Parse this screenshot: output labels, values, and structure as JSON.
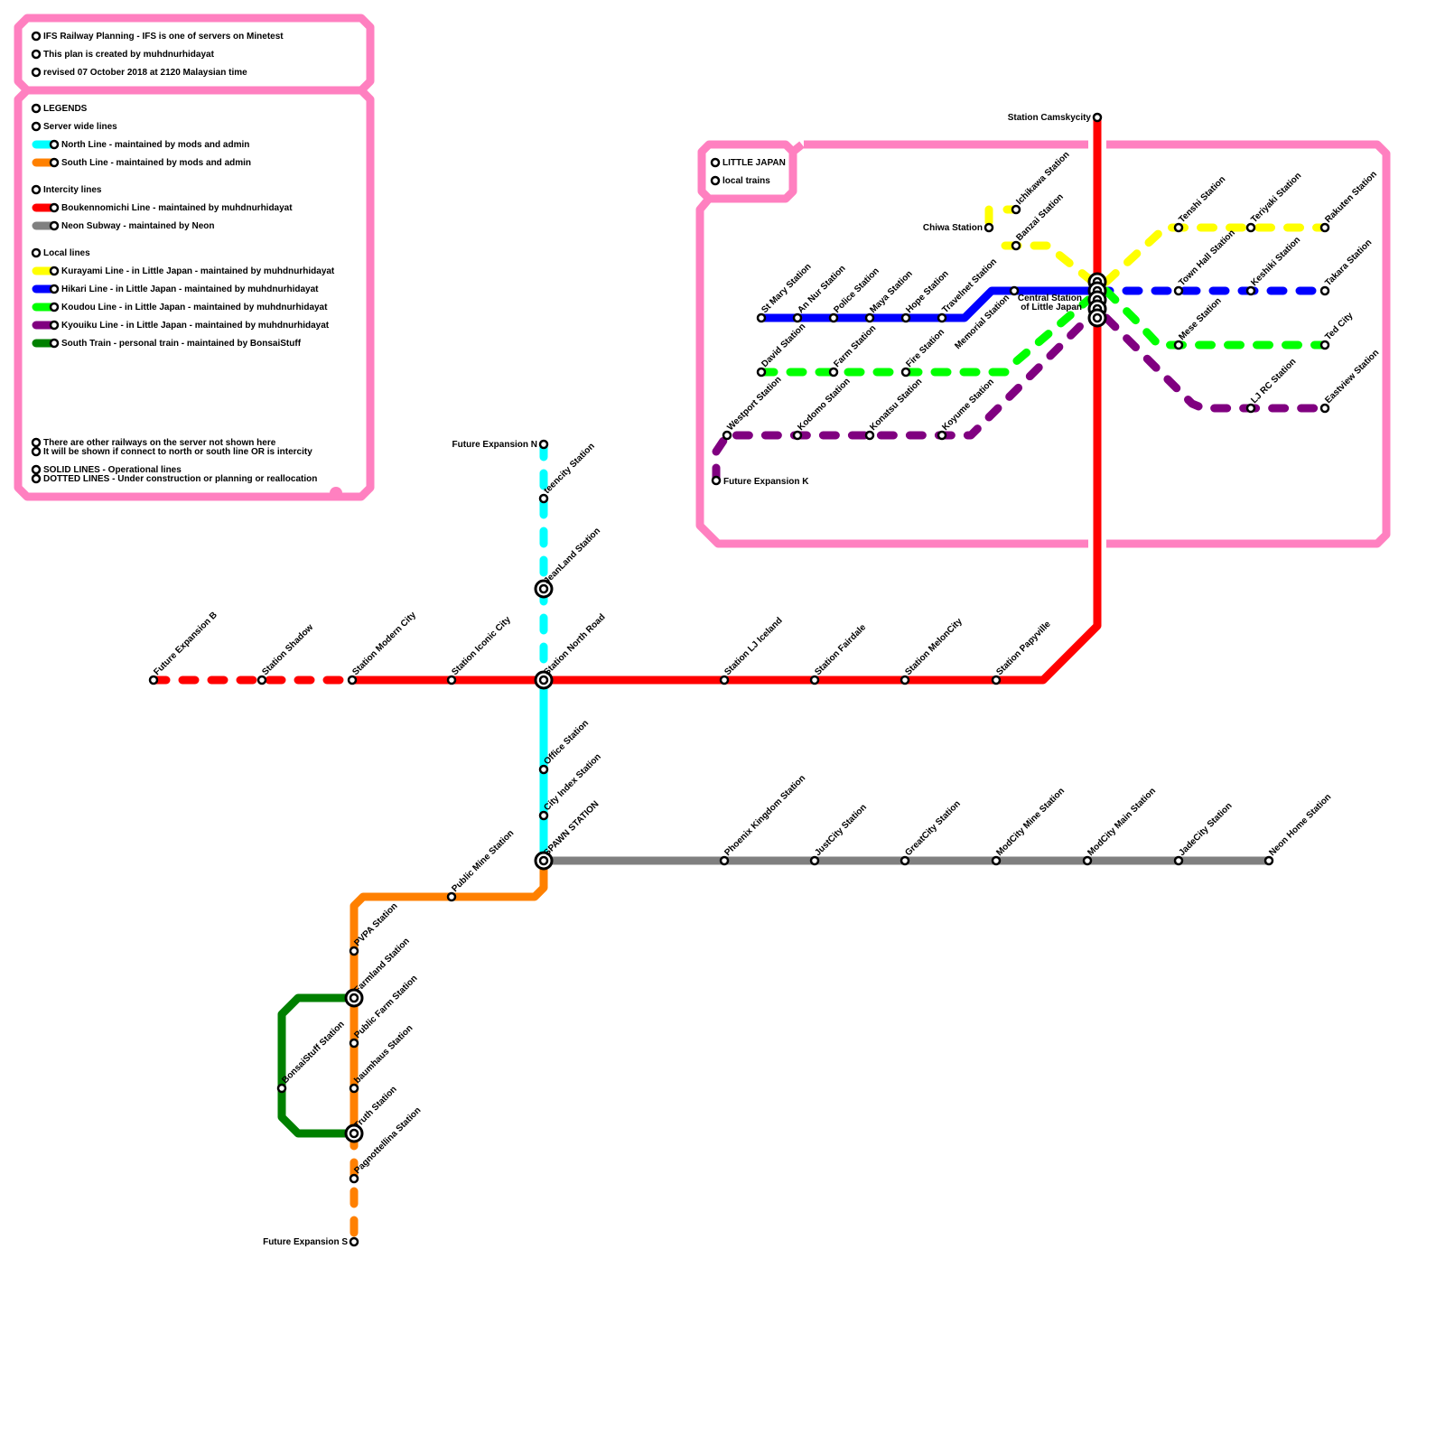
{
  "header": {
    "lines": [
      "IFS Railway Planning - IFS is one of servers on Minetest",
      "This plan is created by muhdnurhidayat",
      "revised 07 October 2018 at 2120 Malaysian time"
    ]
  },
  "legend": {
    "title": "LEGENDS",
    "groups": [
      {
        "heading": "Server wide lines",
        "items": [
          {
            "color": "#00ffff",
            "label": "North Line - maintained by mods and admin"
          },
          {
            "color": "#ff8000",
            "label": "South Line - maintained by mods and admin"
          }
        ]
      },
      {
        "heading": "Intercity lines",
        "items": [
          {
            "color": "#ff0000",
            "label": "Boukennomichi Line - maintained by muhdnurhidayat"
          },
          {
            "color": "#808080",
            "label": "Neon Subway - maintained by Neon"
          }
        ]
      },
      {
        "heading": "Local lines",
        "items": [
          {
            "color": "#ffff00",
            "label": "Kurayami Line - in Little Japan - maintained by muhdnurhidayat"
          },
          {
            "color": "#0000ff",
            "label": "Hikari Line - in Little Japan - maintained by muhdnurhidayat"
          },
          {
            "color": "#00ff00",
            "label": "Koudou Line - in Little Japan - maintained by muhdnurhidayat"
          },
          {
            "color": "#800080",
            "label": "Kyouiku Line - in Little Japan - maintained by muhdnurhidayat"
          },
          {
            "color": "#008000",
            "label": "South Train - personal train - maintained by BonsaiStuff"
          }
        ]
      }
    ],
    "notes": [
      "There are other railways on the server not shown here",
      "It will be shown if connect to north or south line OR is intercity",
      "SOLID LINES - Operational lines",
      "DOTTED LINES - Under construction or planning or reallocation"
    ]
  },
  "little_japan": {
    "lines": [
      "LITTLE JAPAN",
      "local trains"
    ]
  },
  "colors": {
    "frame": "#ff80c0",
    "north": "#00ffff",
    "south": "#ff8000",
    "boukennomichi": "#ff0000",
    "neon": "#808080",
    "kurayami": "#ffff00",
    "hikari": "#0000ff",
    "koudou": "#00ff00",
    "kyouiku": "#800080",
    "south_train": "#008000"
  },
  "stations": {
    "boukennomichi": [
      "Future Expansion B",
      "Station Shadow",
      "Station Modern City",
      "Station Iconic City",
      "Station North Road",
      "Station LJ Iceland",
      "Station Fairdale",
      "Station MelonCity",
      "Station Papyville",
      "Station Camskycity"
    ],
    "north": [
      "Future Expansion N",
      "teencity Station",
      "JeanLand Station",
      "Station North Road",
      "Office Station",
      "City Index Station",
      "SPAWN STATION"
    ],
    "neon": [
      "SPAWN STATION",
      "Phoenix Kingdom Station",
      "JustCity Station",
      "GreatCity Station",
      "ModCity Mine Station",
      "ModCity Main Station",
      "JadeCity Station",
      "Neon Home Station"
    ],
    "south": [
      "SPAWN STATION",
      "Public Mine Station",
      "PVPA Station",
      "Farmland Station",
      "Public Farm Station",
      "baumhaus Station",
      "Truth Station",
      "Pagnottellina Station",
      "Future Expansion S"
    ],
    "south_train": [
      "Farmland Station",
      "BonsaiStuff Station",
      "Truth Station"
    ],
    "hikari": [
      "St Mary Station",
      "An Nur Station",
      "Police Station",
      "Maya Station",
      "Hope Station",
      "Travelnet Station",
      "Memorial Station",
      "Central Station of Little Japan",
      "Town Hall Station",
      "Keshiki Station",
      "Takara Station"
    ],
    "koudou": [
      "David Station",
      "Farm Station",
      "Fire Station",
      "Central Station of Little Japan",
      "Mese Station",
      "Ted City"
    ],
    "kyouiku": [
      "Future Expansion K",
      "Westport Station",
      "Kodomo Station",
      "Konatsu Station",
      "Koyume Station",
      "Central Station of Little Japan",
      "LJ RC Station",
      "Eastview Station"
    ],
    "kurayami": [
      "Chiwa Station",
      "Ichikawa Station",
      "Banzai Station",
      "Central Station of Little Japan",
      "Tenshi Station",
      "Teriyaki Station",
      "Rakuten Station"
    ]
  },
  "central_label": [
    "Central Station",
    "of Little Japan"
  ]
}
